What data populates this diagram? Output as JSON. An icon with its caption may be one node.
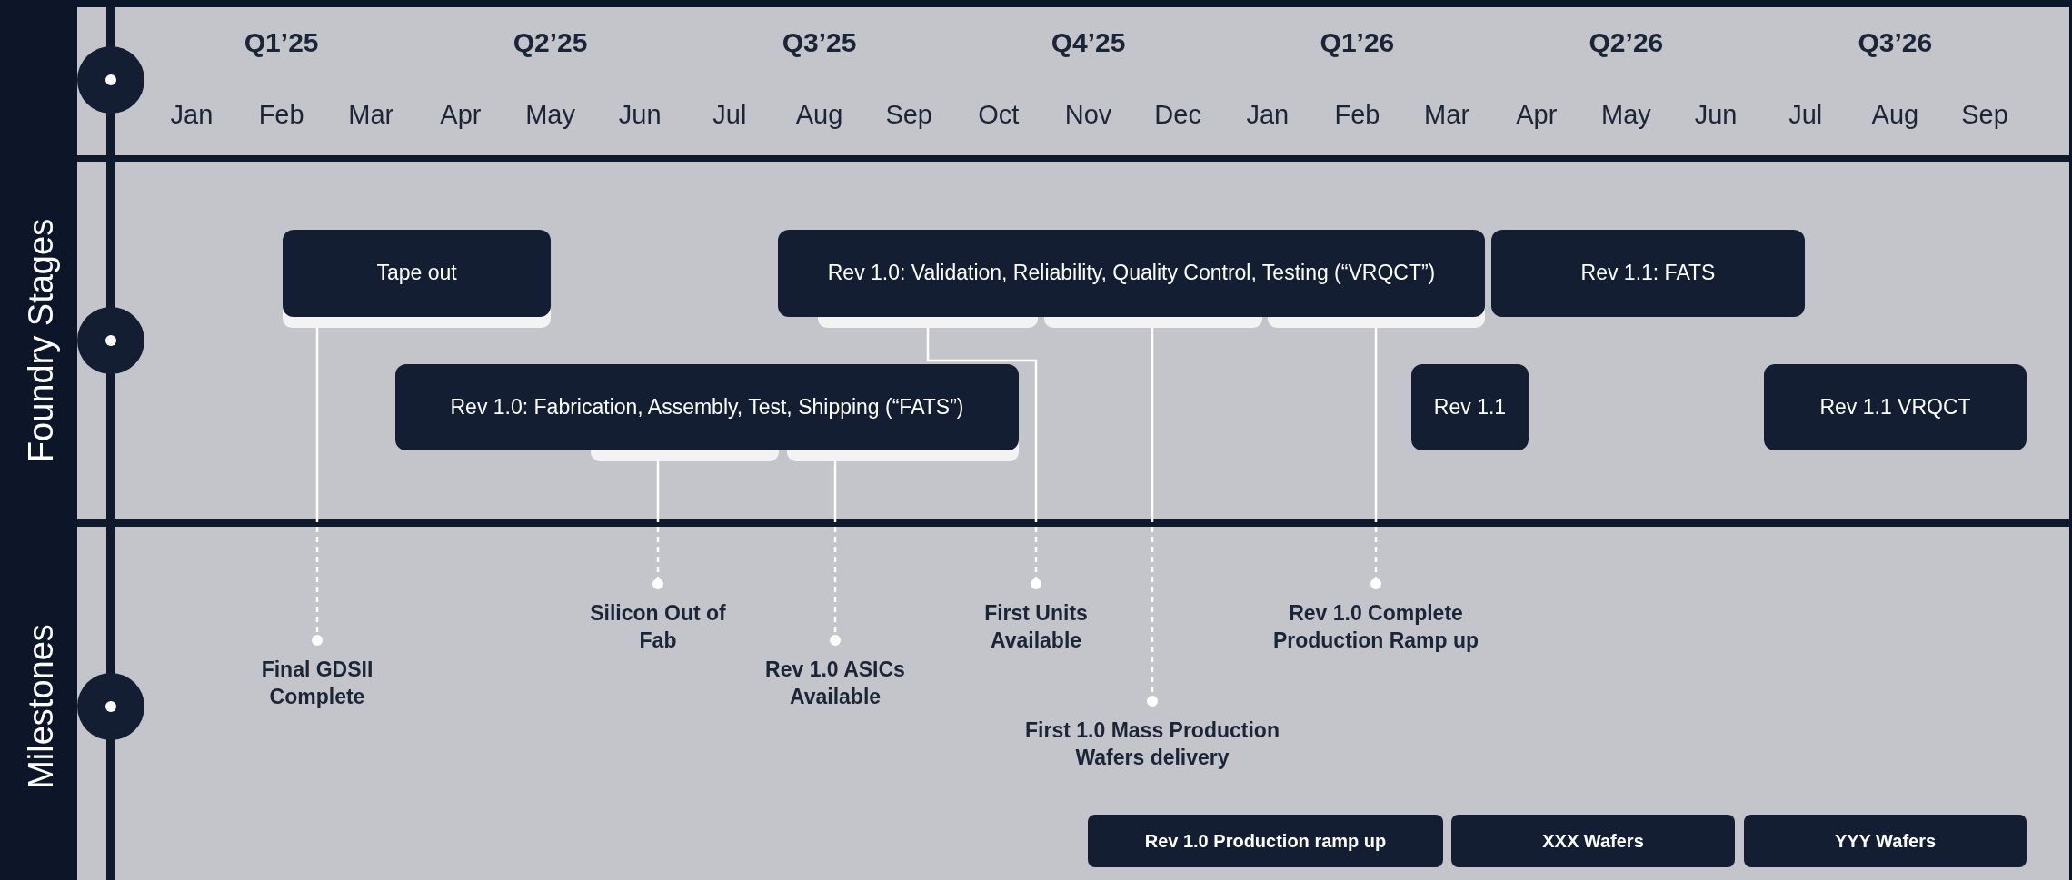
{
  "diagram": {
    "nodes": [
      {
        "text": [
          "Tape out"
        ]
      },
      {
        "text": [
          "Rev 1.0: Validation, Reliability, Quality Control, Testing (“VRQCT”)"
        ]
      },
      {
        "text": [
          "Rev 1.1: FATS"
        ]
      },
      {
        "text": [
          "Rev 1.0: Fabrication, Assembly, Test, Shipping (“FATS”)"
        ]
      },
      {
        "text": [
          "Rev 1.1"
        ]
      },
      {
        "text": [
          "Rev 1.1 VRQCT"
        ]
      },
      {
        "text": [
          "Silicon Out of Fab"
        ]
      },
      {
        "text": [
          "First Units Available"
        ]
      },
      {
        "text": [
          "Rev 1.0 Complete Production Ramp up"
        ]
      },
      {
        "text": [
          "Final GDSII Complete"
        ]
      },
      {
        "text": [
          "Rev 1.0 ASICs Available"
        ]
      },
      {
        "text": [
          "First 1.0 Mass Production Wafers delivery"
        ]
      },
      {
        "text": [
          "Rev 1.0 Production ramp up"
        ]
      },
      {
        "text": [
          "XXX Wafers"
        ]
      },
      {
        "text": [
          "YYY Wafers"
        ]
      }
    ],
    "edges": [
      {
        "from": 0,
        "to": 9,
        "arrow": "other"
      },
      {
        "from": 3,
        "to": 6,
        "arrow": "other"
      },
      {
        "from": 3,
        "to": 10,
        "arrow": "other"
      },
      {
        "from": 1,
        "to": 7,
        "arrow": "other"
      },
      {
        "from": 1,
        "to": 11,
        "arrow": "other"
      },
      {
        "from": 1,
        "to": 8,
        "arrow": "other"
      }
    ],
    "labels": [
      "Q1’25",
      "Q2’25",
      "Q3’25",
      "Q4’25",
      "Q1’26",
      "Q2’26",
      "Q3’26",
      "Jan",
      "Feb",
      "Mar",
      "Apr",
      "May",
      "Jun",
      "Jul",
      "Aug",
      "Sep",
      "Oct",
      "Nov",
      "Dec",
      "Jan",
      "Feb",
      "Mar",
      "Apr",
      "May",
      "Jun",
      "Jul",
      "Aug",
      "Sep",
      "Foundry Stages",
      "Milestones"
    ]
  }
}
